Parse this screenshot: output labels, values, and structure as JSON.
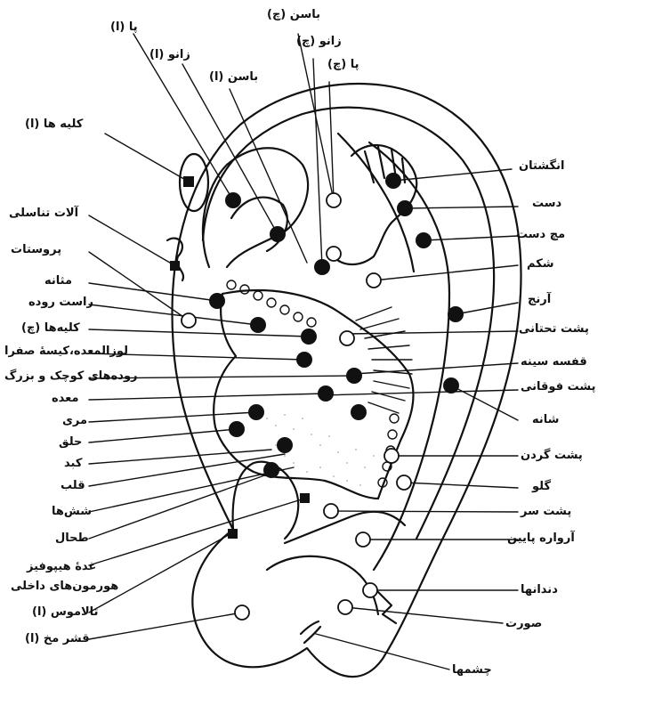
{
  "labels": {
    "foot_left": "پا (ا)",
    "hip_right": "باسن (چ)",
    "knee_right": "زانو (چ)",
    "foot_right": "پا (چ)",
    "knee_left": "زانو (ا)",
    "hip_left": "باسن (ا)",
    "kidneys_left": "کلیه ها (ا)",
    "fingers": "انگشتان",
    "hand": "دست",
    "wrist": "مچ دست",
    "abdomen": "شکم",
    "elbow": "آرنج",
    "lower_back": "پشت تحتانی",
    "chest": "قفسه سینه",
    "upper_back": "پشت فوقانی",
    "shoulder": "شانه",
    "upper_neck_back": "پشت گردن",
    "throat": "گلو",
    "back_of_head": "پشت سر",
    "lower_jaw": "آرواره پایین",
    "teeth": "دندانها",
    "face": "صورت",
    "eyes": "چشمها",
    "genitals": "آلات تناسلی",
    "prostate": "پروستات",
    "bladder": "مثانه",
    "rectum": "راست روده",
    "kidneys_right": "کلیه‌ها (چ)",
    "pancreas_gallbladder": "لوزالمعده،کیسهٔ صفرا",
    "intestines": "روده‌های کوچک و بزرگ",
    "stomach": "معده",
    "esophagus": "مری",
    "pharynx": "حلق",
    "liver": "کبد",
    "heart": "قلب",
    "lungs": "شش‌ها",
    "spleen": "طحال",
    "pituitary": "غدهٔ هیپوفیز",
    "internal_hormones": "هورمون‌های داخلی",
    "thalamus": "تالاموس (ا)",
    "cortex": "قشر مخ (ا)"
  }
}
